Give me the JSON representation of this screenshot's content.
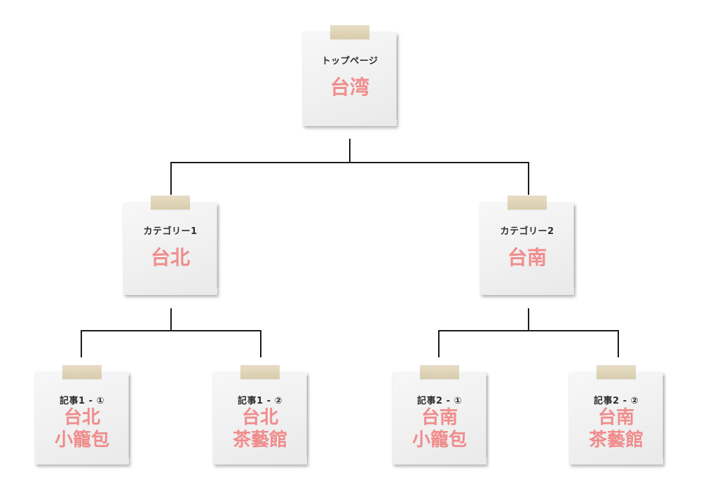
{
  "top": {
    "label": "トップページ",
    "title": "台湾"
  },
  "categories": [
    {
      "label": "カテゴリー1",
      "title": "台北"
    },
    {
      "label": "カテゴリー2",
      "title": "台南"
    }
  ],
  "articles": [
    {
      "label": "記事1 - ①",
      "line1": "台北",
      "line2": "小籠包"
    },
    {
      "label": "記事1 - ②",
      "line1": "台北",
      "line2": "茶藝館"
    },
    {
      "label": "記事2 - ①",
      "line1": "台南",
      "line2": "小籠包"
    },
    {
      "label": "記事2 - ②",
      "line1": "台南",
      "line2": "茶藝館"
    }
  ],
  "colors": {
    "accent": "#f08c8c",
    "label": "#2e2e2e",
    "line": "#1a1a1a",
    "tape": "#ddd2b3"
  }
}
